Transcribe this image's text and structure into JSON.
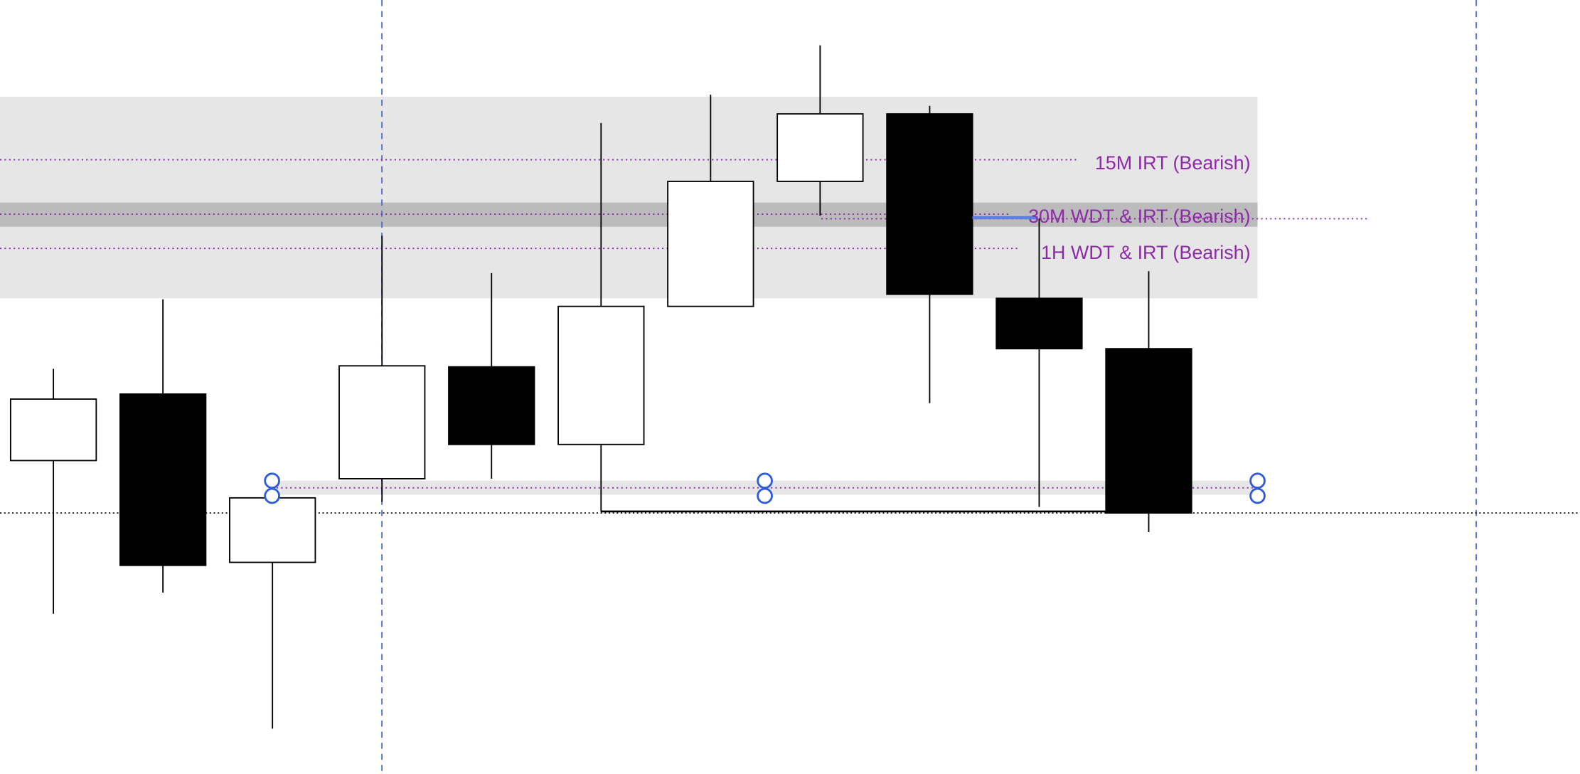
{
  "chart_data": {
    "type": "candlestick",
    "title": "",
    "xlabel": "",
    "ylabel": "",
    "ylim": [
      0,
      768
    ],
    "grid": false,
    "candles": [
      {
        "i": 0,
        "open": 311,
        "high": 402,
        "low": 159,
        "close": 372
      },
      {
        "i": 1,
        "open": 377,
        "high": 471,
        "low": 180,
        "close": 207
      },
      {
        "i": 2,
        "open": 210,
        "high": 274,
        "low": 45,
        "close": 274
      },
      {
        "i": 3,
        "open": 293,
        "high": 534,
        "low": 270,
        "close": 405
      },
      {
        "i": 4,
        "open": 404,
        "high": 497,
        "low": 293,
        "close": 327
      },
      {
        "i": 5,
        "open": 327,
        "high": 646,
        "low": 261,
        "close": 464
      },
      {
        "i": 6,
        "open": 464,
        "high": 674,
        "low": 464,
        "close": 588
      },
      {
        "i": 7,
        "open": 588,
        "high": 723,
        "low": 554,
        "close": 655
      },
      {
        "i": 8,
        "open": 655,
        "high": 663,
        "low": 368,
        "close": 476
      },
      {
        "i": 9,
        "open": 472,
        "high": 551,
        "low": 265,
        "close": 422
      },
      {
        "i": 10,
        "open": 422,
        "high": 499,
        "low": 240,
        "close": 259
      }
    ],
    "zones": [
      {
        "name": "upper-zone",
        "top": 672,
        "bottom": 472,
        "color": "#e6e6e6"
      },
      {
        "name": "mid-band",
        "top": 567,
        "bottom": 543,
        "color": "#bbbbbb"
      },
      {
        "name": "lower-zone",
        "top": 291,
        "bottom": 277,
        "color": "#e6e6e6"
      }
    ],
    "levels": [
      {
        "label": "15M IRT (Bearish)",
        "value": 609
      },
      {
        "label": "30M WDT & IRT (Bearish)",
        "value": 555
      },
      {
        "label": "1H WDT & IRT (Bearish)",
        "value": 521
      }
    ],
    "lower_level": 284,
    "reference_level": 259,
    "annotations": {
      "extended_level": 551,
      "blue_segment_level": 552,
      "swing_low_level": 261
    },
    "colors": {
      "bull": "#ffffff",
      "bear": "#000000",
      "level": "#8e2aa8",
      "handle": "#2f5bdb",
      "vline": "#3d63e0"
    }
  }
}
